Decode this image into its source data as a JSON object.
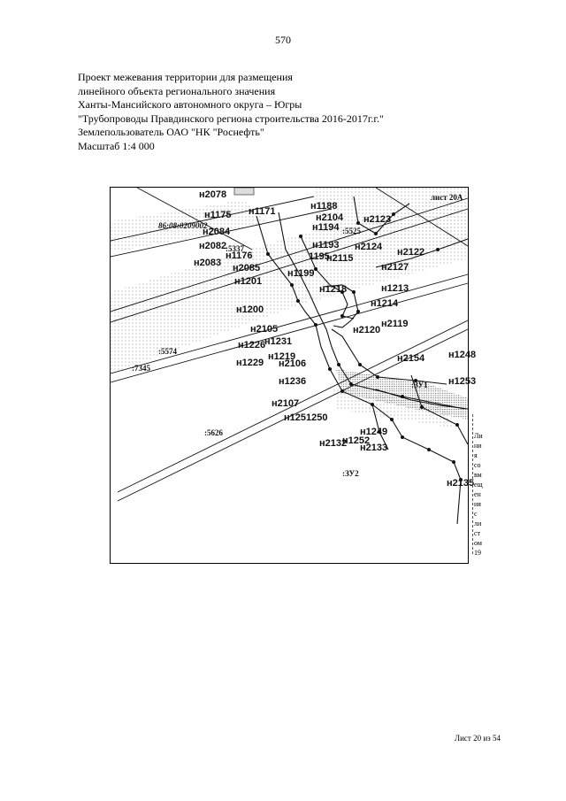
{
  "page_number": "570",
  "header": {
    "lines": [
      "Проект межевания территории для размещения",
      "линейного объекта регионального значения",
      "Ханты-Мансийского автономного округа – Югры",
      "\"Трубопроводы Правдинского региона строительства 2016-2017г.г.\"",
      "Землепользователь ОАО \"НК \"Роснефть\"",
      "Масштаб 1:4 000"
    ]
  },
  "map": {
    "sheet_label": "лист 20А",
    "cadastral_labels": [
      ":5574",
      ":7345",
      ":5626",
      ":5337",
      ":5525",
      "86:08:0209002"
    ],
    "zone_labels": [
      ":ЗУ1",
      ":ЗУ2"
    ],
    "point_labels": [
      "н2078",
      "н1175",
      "н1171",
      "н1188",
      "н2104",
      "н2123",
      "н2084",
      "н2082",
      "н1176",
      "н2083",
      "н2085",
      "н1201",
      "н1194",
      "н1193",
      "н2124",
      "н2122",
      "1195",
      "н2115",
      "н2127",
      "н1199",
      "н1218",
      "н1213",
      "н1214",
      "н1200",
      "н2105",
      "н1231",
      "н1226",
      "н1229",
      "н2120",
      "н2119",
      "н1219",
      "н2106",
      "н2154",
      "н1248",
      "н1236",
      "н1253",
      "н2107",
      "н1251250",
      "н1249",
      "н2132",
      "н1252",
      "н2133",
      "н2135"
    ]
  },
  "side_legend": [
    "Ли",
    "ни",
    "я",
    "со",
    "вм",
    "ещ",
    "ен",
    "ия",
    "с",
    "ли",
    "ст",
    "ом",
    "19"
  ],
  "footer": "Лист 20 из 54",
  "colors": {
    "line": "#111111",
    "hatch": "#888888"
  }
}
